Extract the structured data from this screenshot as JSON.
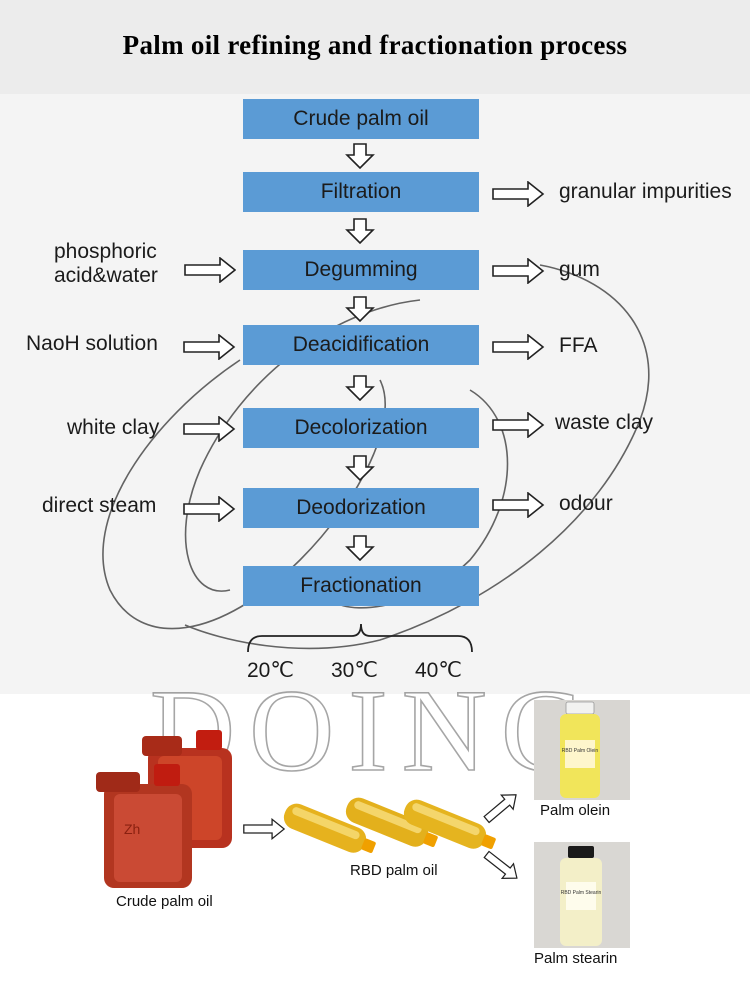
{
  "title": "Palm oil refining and fractionation process",
  "steps": [
    "Crude palm oil",
    "Filtration",
    "Degumming",
    "Deacidification",
    "Decolorization",
    "Deodorization",
    "Fractionation"
  ],
  "inputs": {
    "degumming": "phosphoric acid&water",
    "deacidification": "NaoH solution",
    "decolorization": "white clay",
    "deodorization": "direct steam"
  },
  "outputs": {
    "filtration": "granular impurities",
    "degumming": "gum",
    "deacidification": "FFA",
    "decolorization": "waste clay",
    "deodorization": "odour"
  },
  "temperatures": [
    "20℃",
    "30℃",
    "40℃"
  ],
  "photos": {
    "crude": "Crude palm oil",
    "rbd": "RBD palm oil",
    "olein": "Palm olein",
    "stearin": "Palm stearin",
    "olein_bottle_label": "RBD Palm Olein",
    "stearin_bottle_label": "RBD Palm Stearin",
    "jug_mark": "Zh"
  },
  "watermark": "DOING",
  "colors": {
    "step_box": "#5b9bd5",
    "title_band": "#ececec",
    "crude_oil": "#c0392b",
    "rbd_oil": "#e8b820"
  }
}
